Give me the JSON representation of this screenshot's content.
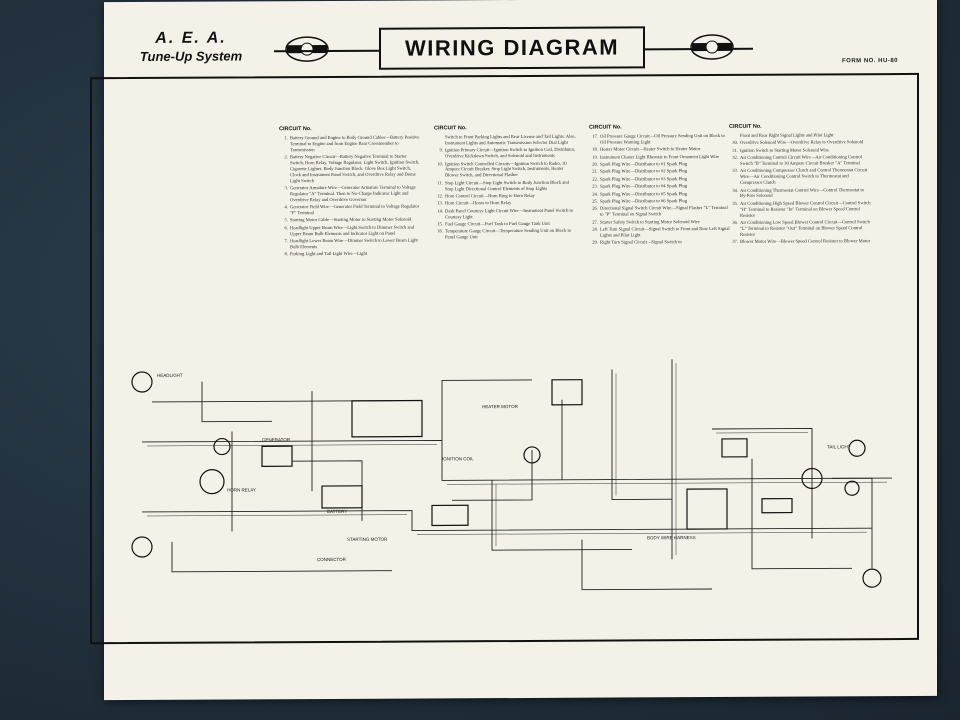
{
  "header": {
    "line1": "A. E. A.",
    "line2": "Tune-Up System",
    "title": "WIRING DIAGRAM",
    "form_no": "FORM NO. HU-80"
  },
  "circuits": {
    "heading": "CIRCUIT No.",
    "columns": [
      [
        {
          "n": "1.",
          "t": "Battery Ground and Engine to Body Ground Cables—Battery Positive Terminal to Engine and from Engine Rear Crossmember to Transmission"
        },
        {
          "n": "2.",
          "t": "Battery Negative Circuit—Battery Negative Terminal to Starter Switch, Horn Relay, Voltage Regulator, Light Switch, Ignition Switch, Cigarette Lighter, Body Junction Block, Glove Box Light Switch, Clock and Instrument Panel Switch, and Overdrive Relay and Dome Light Switch"
        },
        {
          "n": "3.",
          "t": "Generator Armature Wire—Generator Armature Terminal to Voltage Regulator \"A\" Terminal. Then to No-Charge Indicator Light and Overdrive Relay and Overdrive Governor"
        },
        {
          "n": "4.",
          "t": "Generator Field Wire—Generator Field Terminal to Voltage Regulator \"F\" Terminal"
        },
        {
          "n": "5.",
          "t": "Starting Motor Cable—Starting Motor to Starting Motor Solenoid"
        },
        {
          "n": "6.",
          "t": "Headlight Upper Beam Wire—Light Switch to Dimmer Switch and Upper Beam Bulb Elements and Indicator Light on Panel"
        },
        {
          "n": "7.",
          "t": "Headlight Lower Beam Wire—Dimmer Switch to Lower Beam Light Bulb Elements"
        },
        {
          "n": "8.",
          "t": "Parking Light and Tail Light Wire—Light"
        }
      ],
      [
        {
          "n": "",
          "t": "Switch to Front Parking Lights and Rear License and Tail Lights. Also, Instrument Lights and Automatic Transmission Selector Dial Light"
        },
        {
          "n": "9.",
          "t": "Ignition Primary Circuit—Ignition Switch to Ignition Coil, Distributor, Overdrive Kickdown Switch, and Solenoid and Instruments"
        },
        {
          "n": "10.",
          "t": "Ignition Switch Controlled Circuits—Ignition Switch to Radio, 30 Ampere Circuit Breaker, Stop Light Switch, Instruments, Heater Blower Switch, and Directional Flasher"
        },
        {
          "n": "11.",
          "t": "Stop Light Circuit—Stop Light Switch to Body Junction Block and Stop Light Directional Control Elements of Stop Lights"
        },
        {
          "n": "12.",
          "t": "Horn Control Circuit—Horn Ring to Horn Relay"
        },
        {
          "n": "13.",
          "t": "Horn Circuit—Horns to Horn Relay"
        },
        {
          "n": "14.",
          "t": "Dash Panel Courtesy Light Circuit Wire—Instrument Panel Switch to Courtesy Light"
        },
        {
          "n": "15.",
          "t": "Fuel Gauge Circuit—Fuel Tank to Fuel Gauge Tank Unit"
        },
        {
          "n": "16.",
          "t": "Temperature Gauge Circuit—Temperature Sending Unit on Block to Panel Gauge Unit"
        }
      ],
      [
        {
          "n": "17.",
          "t": "Oil Pressure Gauge Circuit—Oil Pressure Sending Unit on Block to Oil Pressure Warning Light"
        },
        {
          "n": "18.",
          "t": "Heater Motor Circuit—Heater Switch to Heater Motor"
        },
        {
          "n": "19.",
          "t": "Instrument Cluster Light Rheostat to Front Ornament Light Wire"
        },
        {
          "n": "20.",
          "t": "Spark Plug Wire—Distributor to #1 Spark Plug"
        },
        {
          "n": "21.",
          "t": "Spark Plug Wire—Distributor to #2 Spark Plug"
        },
        {
          "n": "22.",
          "t": "Spark Plug Wire—Distributor to #3 Spark Plug"
        },
        {
          "n": "23.",
          "t": "Spark Plug Wire—Distributor to #4 Spark Plug"
        },
        {
          "n": "24.",
          "t": "Spark Plug Wire—Distributor to #5 Spark Plug"
        },
        {
          "n": "25.",
          "t": "Spark Plug Wire—Distributor to #6 Spark Plug"
        },
        {
          "n": "26.",
          "t": "Directional Signal Switch Circuit Wire—Signal Flasher \"L\" Terminal to \"P\" Terminal on Signal Switch"
        },
        {
          "n": "27.",
          "t": "Starter Safety Switch to Starting Motor Solenoid Wire"
        },
        {
          "n": "28.",
          "t": "Left Turn Signal Circuit—Signal Switch to Front and Rear Left Signal Lights and Pilot Light"
        },
        {
          "n": "29.",
          "t": "Right Turn Signal Circuit—Signal Switch to"
        }
      ],
      [
        {
          "n": "",
          "t": "Front and Rear Right Signal Lights and Pilot Light"
        },
        {
          "n": "30.",
          "t": "Overdrive Solenoid Wire—Overdrive Relay to Overdrive Solenoid"
        },
        {
          "n": "31.",
          "t": "Ignition Switch to Starting Motor Solenoid Wire"
        },
        {
          "n": "32.",
          "t": "Air Conditioning Control Circuit Wire—Air Conditioning Control Switch \"B\" Terminal to 30 Ampere Circuit Breaker \"A\" Terminal"
        },
        {
          "n": "33.",
          "t": "Air Conditioning Compressor Clutch and Control Thermostat Circuit Wire—Air Conditioning Control Switch to Thermostat and Compressor Clutch"
        },
        {
          "n": "34.",
          "t": "Air Conditioning Thermostat Control Wire—Control Thermostat to By-Pass Solenoid"
        },
        {
          "n": "35.",
          "t": "Air Conditioning High Speed Blower Control Circuit—Control Switch \"H\" Terminal to Resistor \"In\" Terminal on Blower Speed Control Resistor"
        },
        {
          "n": "36.",
          "t": "Air Conditioning Low Speed Blower Control Circuit—Control Switch \"L\" Terminal to Resistor \"Out\" Terminal on Blower Speed Control Resistor"
        },
        {
          "n": "37.",
          "t": "Blower Motor Wire—Blower Speed Control Resistor to Blower Motor"
        }
      ]
    ]
  },
  "diagram_labels": {
    "battery": "BATTERY",
    "starting_motor": "STARTING MOTOR",
    "connector": "CONNECTOR",
    "body_wire_harness": "BODY WIRE HARNESS",
    "heater_motor": "HEATER MOTOR",
    "horn_relay": "HORN RELAY",
    "ignition_coil": "IGNITION COIL",
    "generator": "GENERATOR",
    "headlight": "HEADLIGHT",
    "tail_light": "TAIL LIGHT"
  }
}
